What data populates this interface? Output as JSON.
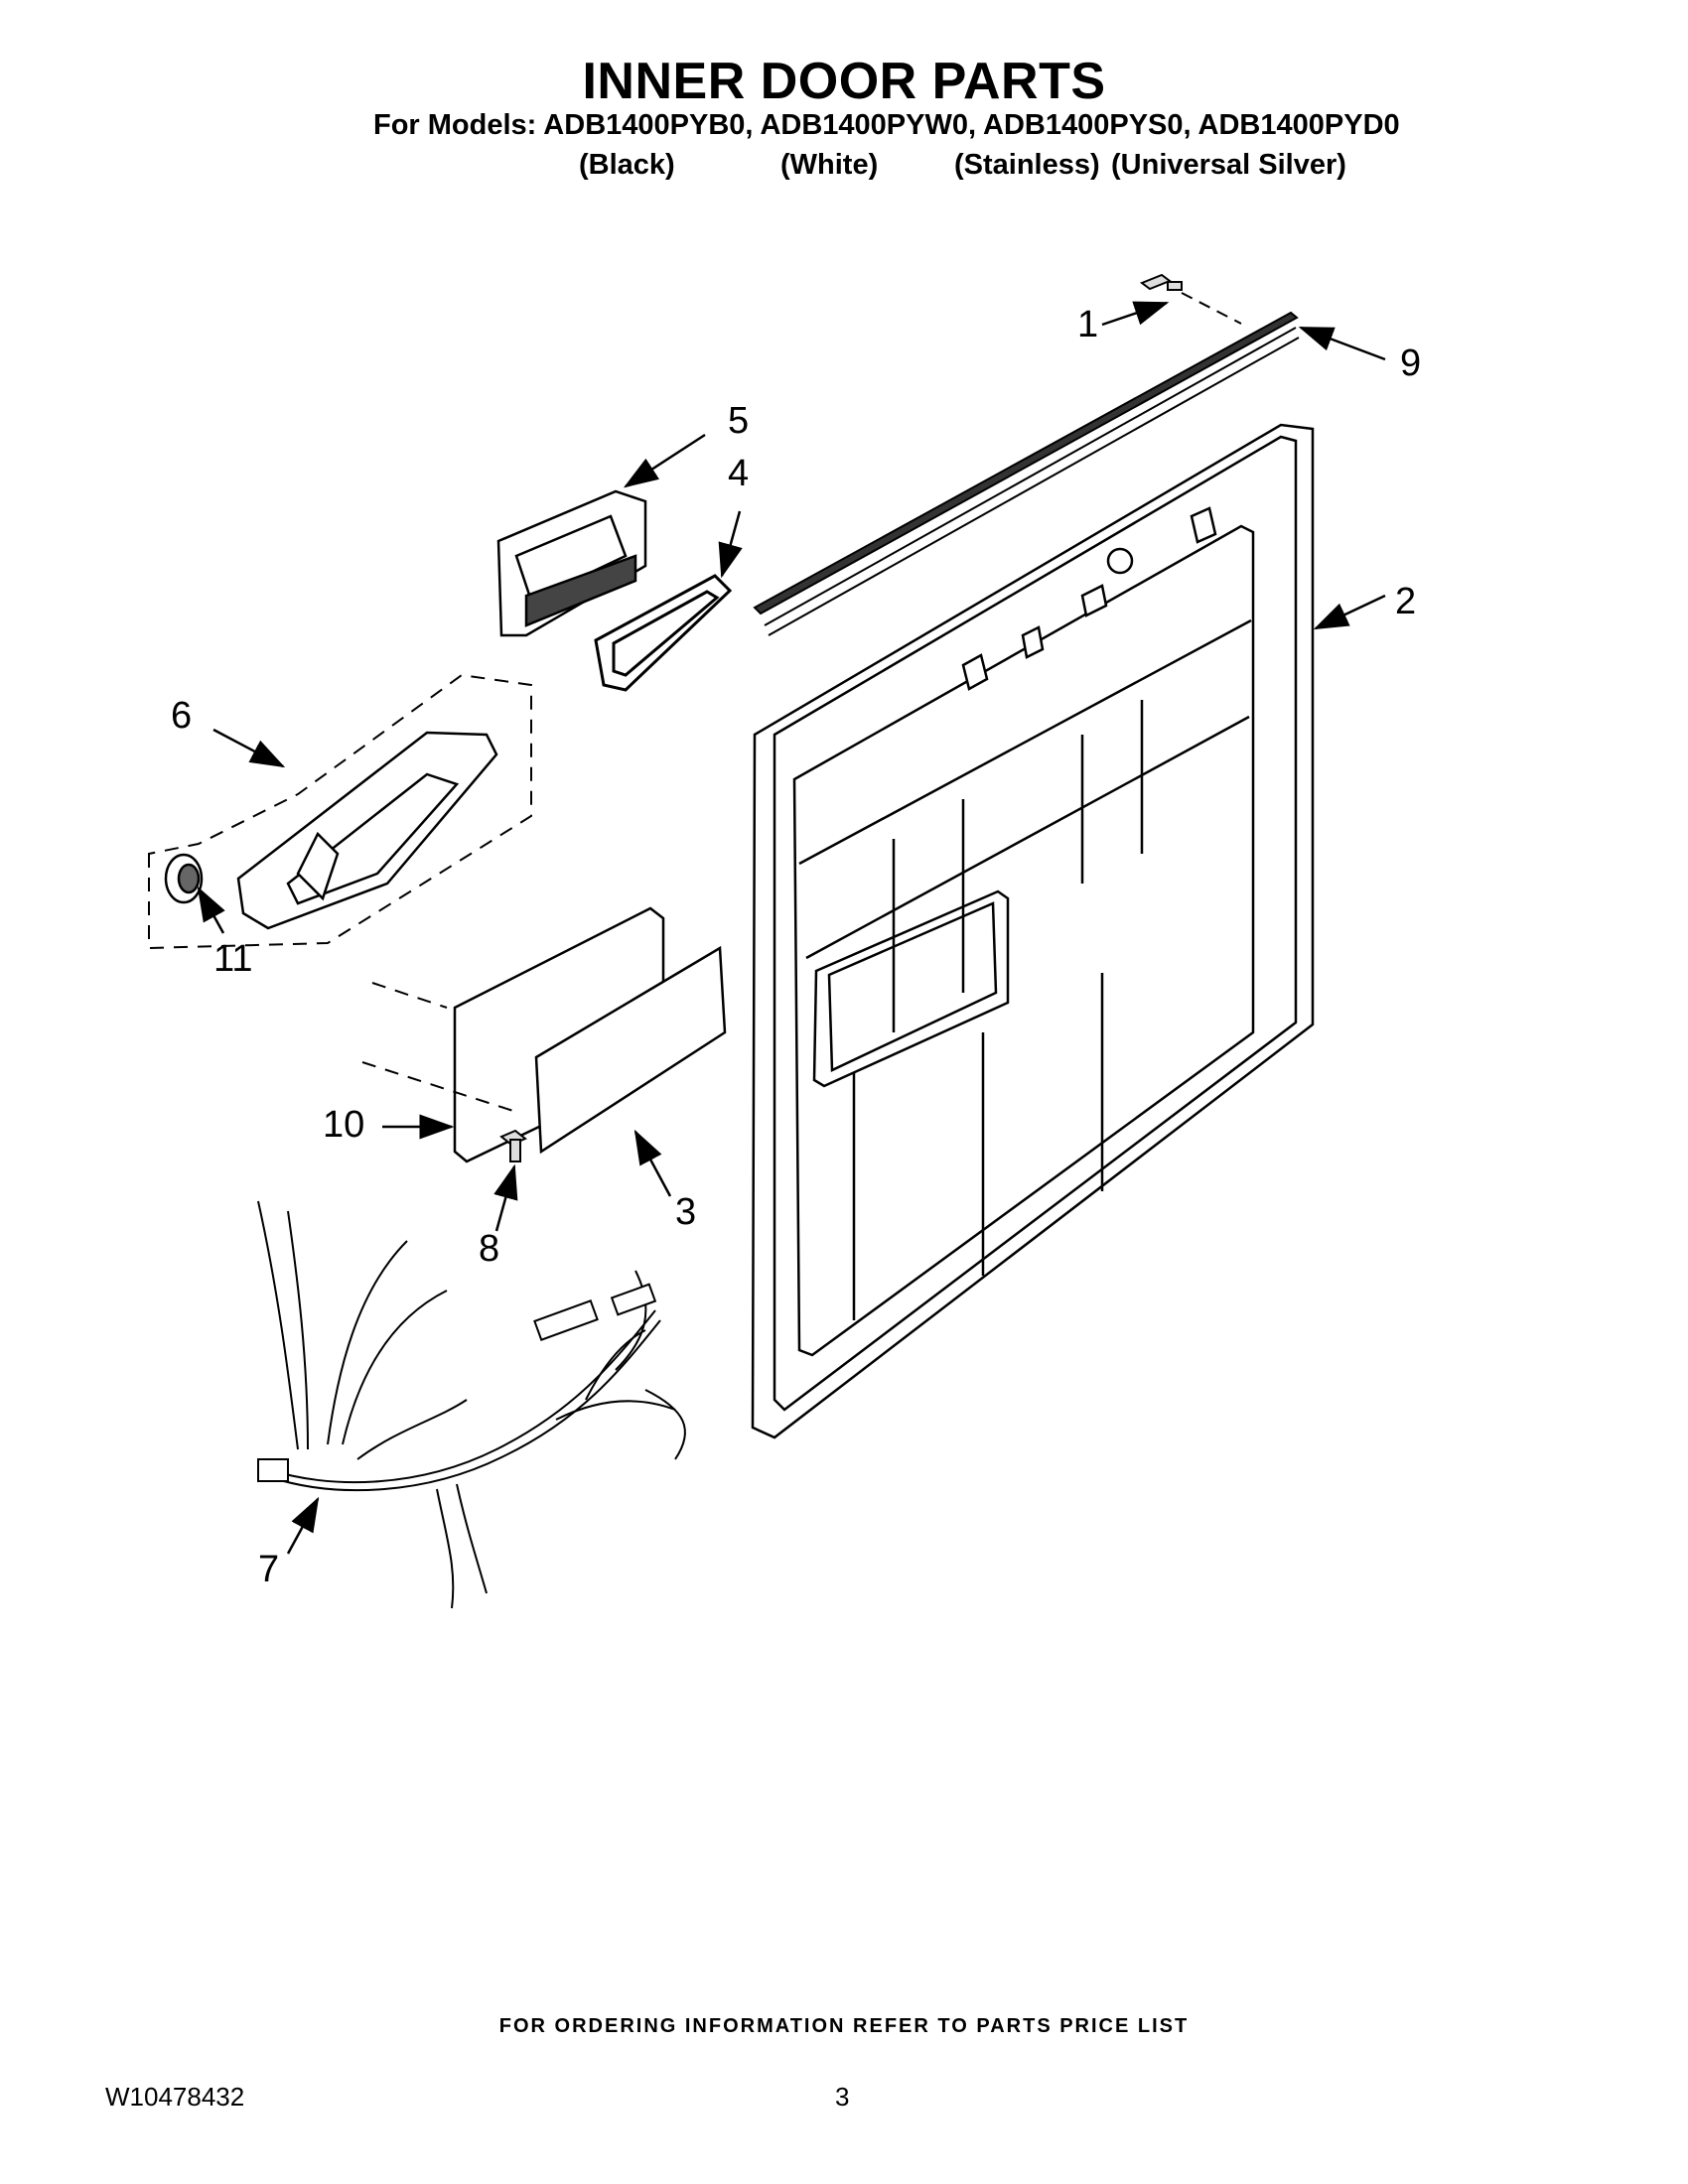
{
  "header": {
    "title": "INNER DOOR PARTS",
    "models_line": "For Models: ADB1400PYB0, ADB1400PYW0, ADB1400PYS0, ADB1400PYD0",
    "variants": [
      "(Black)",
      "(White)",
      "(Stainless)",
      "(Universal Silver)"
    ]
  },
  "callouts": [
    "1",
    "2",
    "3",
    "4",
    "5",
    "6",
    "7",
    "8",
    "9",
    "10",
    "11"
  ],
  "footer": {
    "note": "FOR ORDERING INFORMATION REFER TO PARTS PRICE LIST",
    "doc_number": "W10478432",
    "page_number": "3"
  }
}
